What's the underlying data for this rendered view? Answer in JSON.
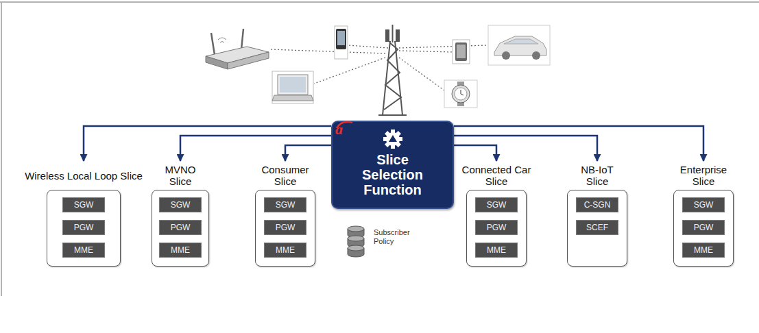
{
  "diagram": {
    "nodes": [
      {
        "text": [
          "Slice Selection Function"
        ]
      },
      {
        "text": [
          "Wireless Local Loop Slice"
        ]
      },
      {
        "text": [
          "SGW"
        ],
        "in": 1
      },
      {
        "text": [
          "PGW"
        ],
        "in": 1
      },
      {
        "text": [
          "MME"
        ],
        "in": 1
      },
      {
        "text": [
          "MVNO Slice"
        ]
      },
      {
        "text": [
          "SGW"
        ],
        "in": 5
      },
      {
        "text": [
          "PGW"
        ],
        "in": 5
      },
      {
        "text": [
          "MME"
        ],
        "in": 5
      },
      {
        "text": [
          "Consumer Slice"
        ]
      },
      {
        "text": [
          "SGW"
        ],
        "in": 9
      },
      {
        "text": [
          "PGW"
        ],
        "in": 9
      },
      {
        "text": [
          "MME"
        ],
        "in": 9
      },
      {
        "text": [
          "Connected Car Slice"
        ]
      },
      {
        "text": [
          "SGW"
        ],
        "in": 13
      },
      {
        "text": [
          "PGW"
        ],
        "in": 13
      },
      {
        "text": [
          "MME"
        ],
        "in": 13
      },
      {
        "text": [
          "NB-IoT Slice"
        ]
      },
      {
        "text": [
          "C-SGN"
        ],
        "in": 17
      },
      {
        "text": [
          "SCEF"
        ],
        "in": 17
      },
      {
        "text": [
          "Enterprise Slice"
        ]
      },
      {
        "text": [
          "SGW"
        ],
        "in": 20
      },
      {
        "text": [
          "PGW"
        ],
        "in": 20
      },
      {
        "text": [
          "MME"
        ],
        "in": 20
      }
    ],
    "edges": [
      {
        "from": 0,
        "to": 1,
        "arrow": "to"
      },
      {
        "from": 0,
        "to": 5,
        "arrow": "to"
      },
      {
        "from": 0,
        "to": 9,
        "arrow": "to"
      },
      {
        "from": 0,
        "to": 13,
        "arrow": "to"
      },
      {
        "from": 0,
        "to": 17,
        "arrow": "to"
      },
      {
        "from": 0,
        "to": 20,
        "arrow": "to"
      }
    ],
    "labels": [
      "a",
      "Subscriber Policy"
    ]
  }
}
